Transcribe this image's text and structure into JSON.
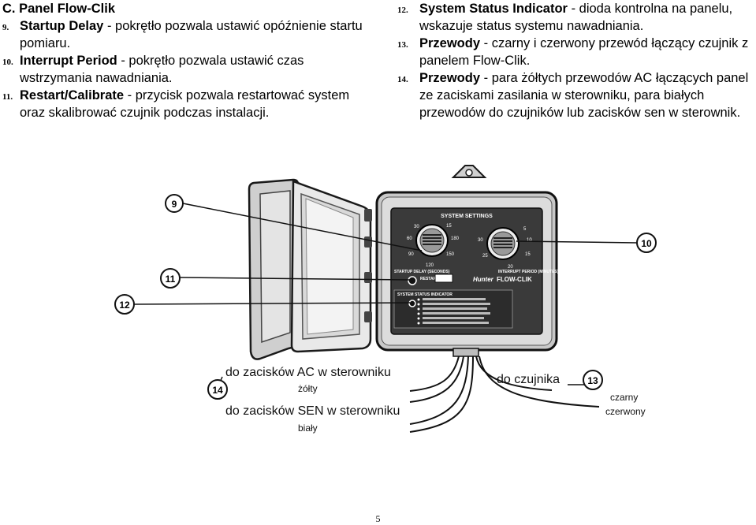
{
  "heading": "C. Panel Flow-Clik",
  "items_left": [
    {
      "num": "9.",
      "term": "Startup Delay",
      "desc": " - pokrętło pozwala ustawić opóźnienie startu pomiaru."
    },
    {
      "num": "10.",
      "term": "Interrupt Period",
      "desc": " - pokrętło pozwala ustawić czas wstrzymania nawadniania."
    },
    {
      "num": "11.",
      "term": "Restart/Calibrate",
      "desc": " - przycisk pozwala restartować system oraz skalibrować czujnik podczas instalacji."
    }
  ],
  "items_right": [
    {
      "num": "12.",
      "term": "System Status Indicator",
      "desc": " - dioda kontrolna na panelu, wskazuje status systemu nawadniania."
    },
    {
      "num": "13.",
      "term": "Przewody",
      "desc": " - czarny i czerwony przewód łączący czujnik z panelem Flow-Clik."
    },
    {
      "num": "14.",
      "term": "Przewody",
      "desc": " - para żółtych przewodów AC łączących panel ze zaciskami zasilania w sterowniku, para białych przewodów do czujników lub zacisków sen w sterownik."
    }
  ],
  "figure": {
    "callouts": [
      "9",
      "10",
      "11",
      "12",
      "13",
      "14"
    ],
    "wire_labels": {
      "ac_terminals": "do zacisków AC w sterowniku",
      "yellow": "żółty",
      "sen_terminals": "do zacisków SEN w sterowniku",
      "white": "biały",
      "to_sensor": "do czujnika",
      "black": "czarny",
      "red": "czerwony"
    },
    "panel_labels": {
      "system_settings": "SYSTEM SETTINGS",
      "startup_delay": "STARTUP DELAY (SECONDS)",
      "restart": "RESTART",
      "interrupt_period": "INTERRUPT PERIOD (MINUTES)",
      "brand": "Hunter",
      "model": "FLOW-CLIK",
      "system_status_indicator": "SYSTEM STATUS INDICATOR",
      "dial_left_ticks": [
        "30",
        "60",
        "90",
        "120",
        "150",
        "180",
        "15"
      ],
      "dial_right_ticks": [
        "5",
        "10",
        "15",
        "20",
        "25",
        "30"
      ]
    }
  },
  "page_number": "5"
}
